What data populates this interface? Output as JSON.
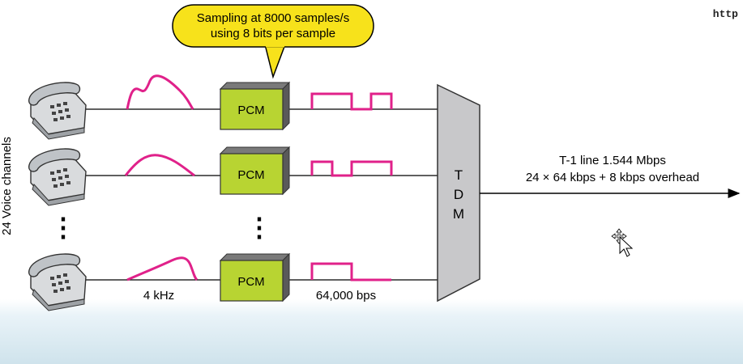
{
  "callout": {
    "line1": "Sampling at 8000 samples/s",
    "line2": "using 8 bits per sample"
  },
  "corner_text": "http",
  "side_label": "24 Voice channels",
  "pcm_label": "PCM",
  "ellipsis": "⋮",
  "analog_label": "4 kHz",
  "digital_label": "64,000 bps",
  "tdm_letters": [
    "T",
    "D",
    "M"
  ],
  "output": {
    "line1": "T-1 line 1.544 Mbps",
    "line2": "24 × 64 kbps + 8 kbps overhead"
  },
  "colors": {
    "pcm_fill": "#b8d432",
    "signal": "#e0218a",
    "callout_fill": "#f7e21b",
    "tdm_fill": "#c8c8ca"
  }
}
